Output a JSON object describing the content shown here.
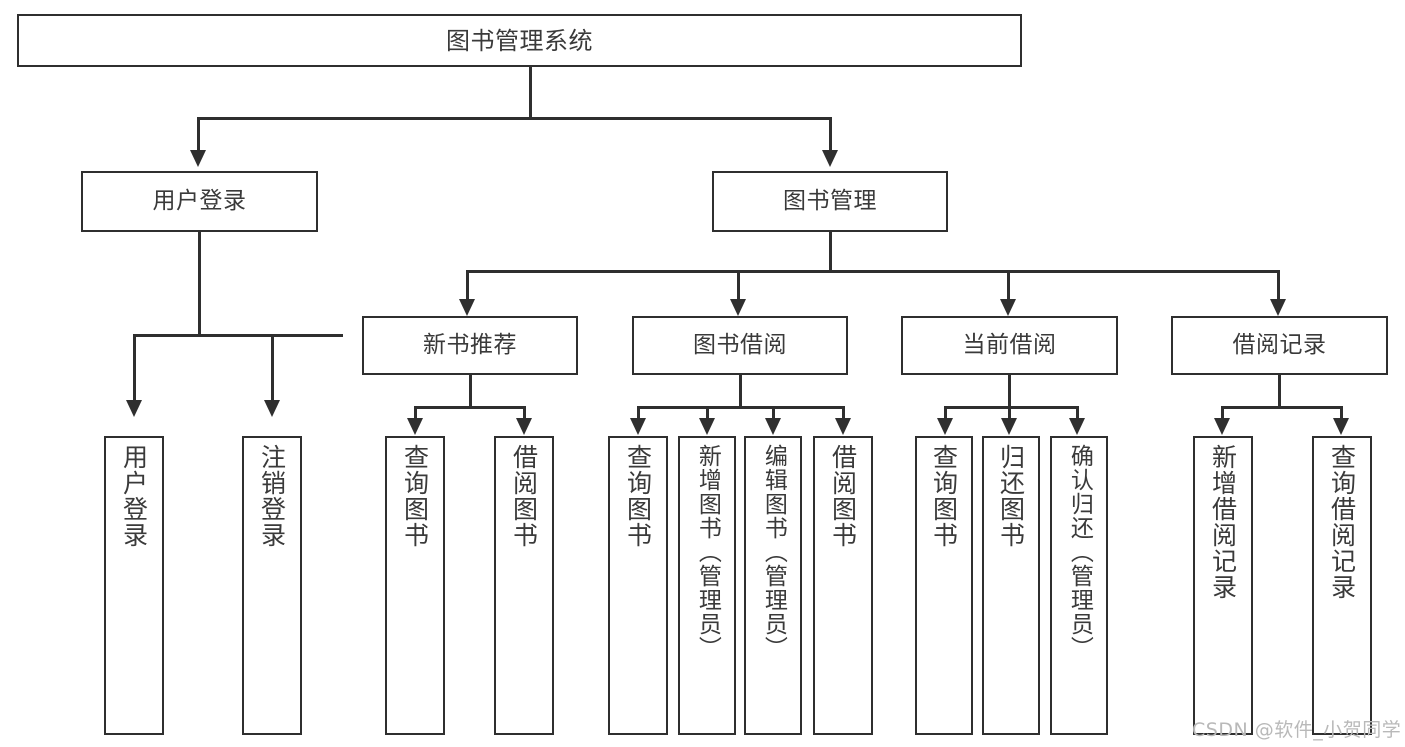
{
  "diagram": {
    "title": "图书管理系统",
    "type": "hierarchy-tree",
    "root": {
      "label": "图书管理系统"
    },
    "level2": [
      {
        "label": "用户登录"
      },
      {
        "label": "图书管理"
      }
    ],
    "level3": [
      {
        "label": "新书推荐"
      },
      {
        "label": "图书借阅"
      },
      {
        "label": "当前借阅"
      },
      {
        "label": "借阅记录"
      }
    ],
    "leaves": {
      "user_login": [
        {
          "label": "用户登录"
        },
        {
          "label": "注销登录"
        }
      ],
      "new_book_recommend": [
        {
          "label": "查询图书"
        },
        {
          "label": "借阅图书"
        }
      ],
      "book_borrow": [
        {
          "label": "查询图书"
        },
        {
          "label": "新增图书（管理员）"
        },
        {
          "label": "编辑图书（管理员）"
        },
        {
          "label": "借阅图书"
        }
      ],
      "current_borrow": [
        {
          "label": "查询图书"
        },
        {
          "label": "归还图书"
        },
        {
          "label": "确认归还（管理员）"
        }
      ],
      "borrow_record": [
        {
          "label": "新增借阅记录"
        },
        {
          "label": "查询借阅记录"
        }
      ]
    }
  },
  "watermark": {
    "text": "CSDN @软件_小贺同学"
  },
  "colors": {
    "line": "#2f2f2f",
    "text": "#3a3a3a",
    "background": "#ffffff",
    "watermark": "#b9b9b9"
  }
}
